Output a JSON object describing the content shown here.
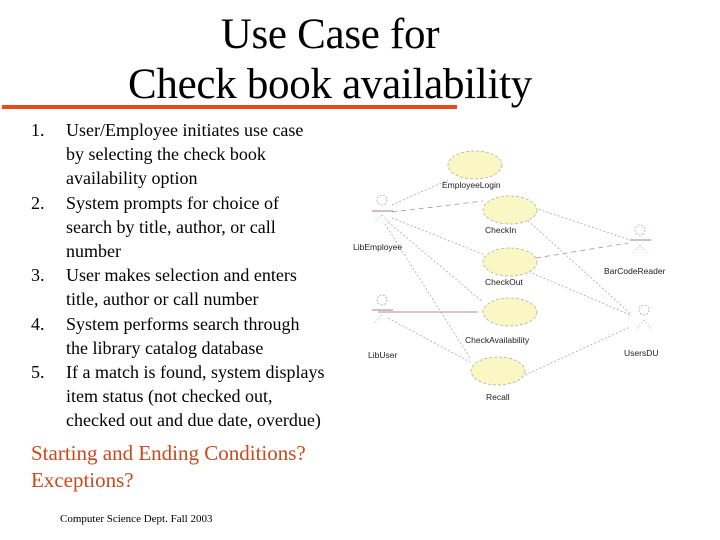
{
  "slide": {
    "title_lines": [
      "Use Case for",
      "Check book availability"
    ],
    "accent_color": "#e84a1a",
    "question_color": "#c8491e"
  },
  "steps": [
    {
      "number": "1.",
      "lines": [
        "User/Employee initiates use case",
        "by selecting the check book",
        "availability option"
      ]
    },
    {
      "number": "2.",
      "lines": [
        "System prompts for choice of",
        "search by title, author, or call",
        "number"
      ]
    },
    {
      "number": "3.",
      "lines": [
        "User makes selection and enters",
        "title, author or call number"
      ]
    },
    {
      "number": "4.",
      "lines": [
        "System performs search through",
        "the library catalog database"
      ]
    },
    {
      "number": "5.",
      "lines": [
        "If a match is found, system displays",
        "item status (not checked out,",
        "checked out and due date, overdue)"
      ]
    }
  ],
  "questions": [
    "Starting and Ending Conditions?",
    "Exceptions?"
  ],
  "footer": "Computer Science Dept. Fall 2003",
  "diagram": {
    "type": "uml-use-case",
    "actors": [
      {
        "name": "LibEmployee"
      },
      {
        "name": "LibUser"
      },
      {
        "name": "BarCodeReader"
      },
      {
        "name": "UsersDU"
      }
    ],
    "use_cases": [
      {
        "name": "EmployeeLogin"
      },
      {
        "name": "CheckIn"
      },
      {
        "name": "CheckOut"
      },
      {
        "name": "CheckAvailability"
      },
      {
        "name": "Recall"
      }
    ],
    "use_case_fill": "#fbf7c4",
    "actor_color": "#b07888"
  }
}
